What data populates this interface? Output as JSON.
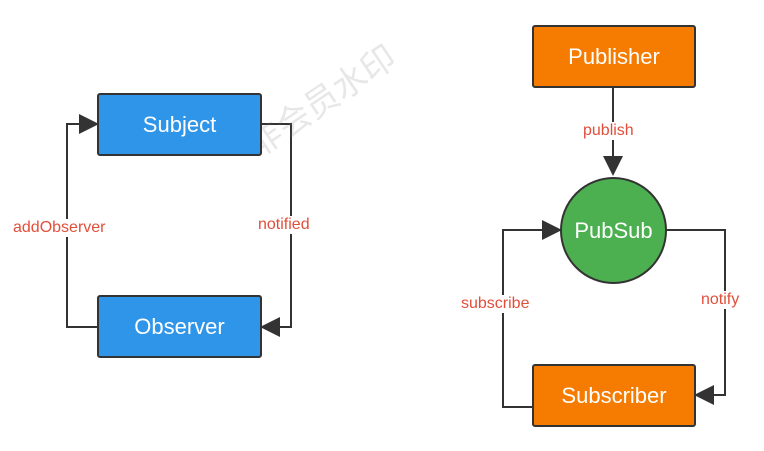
{
  "left_diagram": {
    "subject": "Subject",
    "observer": "Observer",
    "add_observer": "addObserver",
    "notified": "notified"
  },
  "right_diagram": {
    "publisher": "Publisher",
    "pubsub": "PubSub",
    "subscriber": "Subscriber",
    "publish": "publish",
    "subscribe": "subscribe",
    "notify": "notify"
  },
  "watermark": "非会员水印",
  "colors": {
    "blue": "#2f95e8",
    "orange": "#f57c00",
    "green": "#4caf50",
    "label_red": "#e14f3a",
    "line": "#333333"
  }
}
